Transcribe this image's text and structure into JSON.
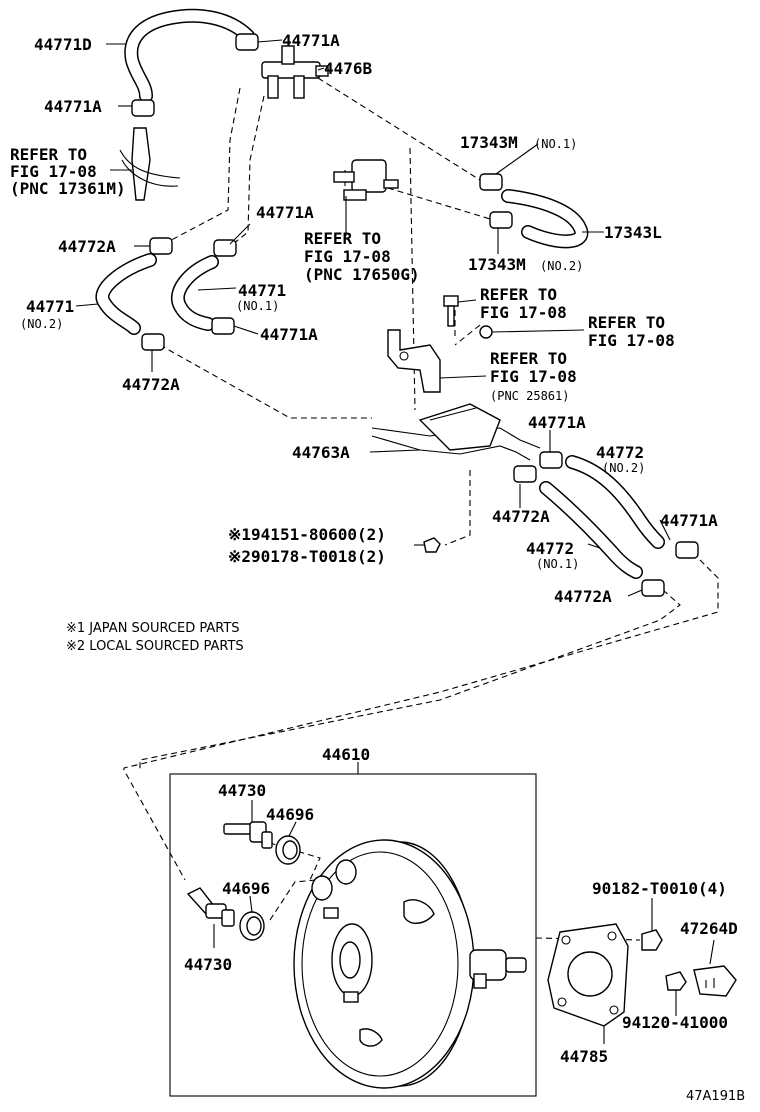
{
  "labels": {
    "l_44771D": "44771D",
    "l_44771A_top": "44771A",
    "l_4476B": "4476B",
    "l_44771A_left": "44771A",
    "refer1_a": "REFER TO",
    "refer1_b": "FIG 17-08",
    "refer1_c": "(PNC 17361M)",
    "l_17343M_1": "17343M",
    "l_17343M_1_no": "(NO.1)",
    "l_44771A_mid": "44771A",
    "refer2_a": "REFER TO",
    "refer2_b": "FIG 17-08",
    "refer2_c": "(PNC 17650G)",
    "l_17343L": "17343L",
    "l_44772A_1": "44772A",
    "l_17343M_2": "17343M",
    "l_17343M_2_no": "(NO.2)",
    "l_44771_1": "44771",
    "l_44771_1_no": "(NO.1)",
    "refer3_a": "REFER TO",
    "refer3_b": "FIG 17-08",
    "l_44771_2": "44771",
    "l_44771_2_no": "(NO.2)",
    "refer4_a": "REFER TO",
    "refer4_b": "FIG 17-08",
    "l_44771A_3": "44771A",
    "l_44772A_2": "44772A",
    "refer5_a": "REFER TO",
    "refer5_b": "FIG 17-08",
    "refer5_c": "(PNC 25861)",
    "l_44771A_4": "44771A",
    "l_44763A": "44763A",
    "l_44772_2": "44772",
    "l_44772_2_no": "(NO.2)",
    "l_44772A_3": "44772A",
    "l_44771A_5": "44771A",
    "l_part1": "※194151-80600(2)",
    "l_part2": "※290178-T0018(2)",
    "l_44772_1": "44772",
    "l_44772_1_no": "(NO.1)",
    "l_44772A_4": "44772A",
    "note1": "※1 JAPAN SOURCED PARTS",
    "note2": "※2 LOCAL SOURCED PARTS",
    "l_44610": "44610",
    "l_44730_top": "44730",
    "l_44696_top": "44696",
    "l_44696_mid": "44696",
    "l_44730_bot": "44730",
    "l_90182": "90182-T0010(4)",
    "l_47264D": "47264D",
    "l_94120": "94120-41000",
    "l_44785": "44785",
    "code": "47A191B"
  }
}
